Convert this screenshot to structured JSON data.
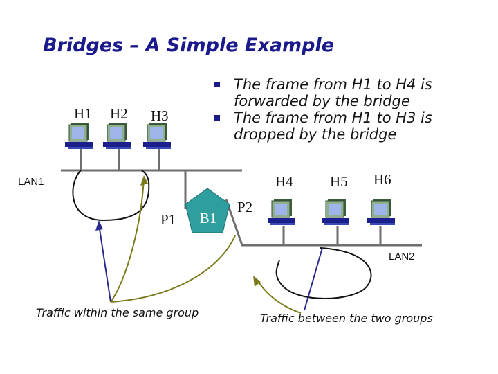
{
  "title": "Bridges – A Simple Example",
  "bullets": [
    "The frame from H1 to H4 is forwarded by the bridge",
    "The frame from H1 to H3 is dropped by the bridge"
  ],
  "hosts": {
    "h1": "H1",
    "h2": "H2",
    "h3": "H3",
    "h4": "H4",
    "h5": "H5",
    "h6": "H6"
  },
  "lans": {
    "lan1": "LAN1",
    "lan2": "LAN2"
  },
  "bridge": {
    "label": "B1",
    "port1": "P1",
    "port2": "P2"
  },
  "captions": {
    "same_group": "Traffic within the same group",
    "two_groups": "Traffic between the two groups"
  },
  "colors": {
    "title": "#1a1a8c",
    "bridge_fill": "#2f9e9e",
    "bullet_marker": "#1a1a8c",
    "arrow_same_group": "#2a2a8c",
    "arrow_two_groups": "#7a7a1a"
  },
  "icons": [
    "computer-icon",
    "bridge-icon",
    "bullet-square-icon"
  ]
}
